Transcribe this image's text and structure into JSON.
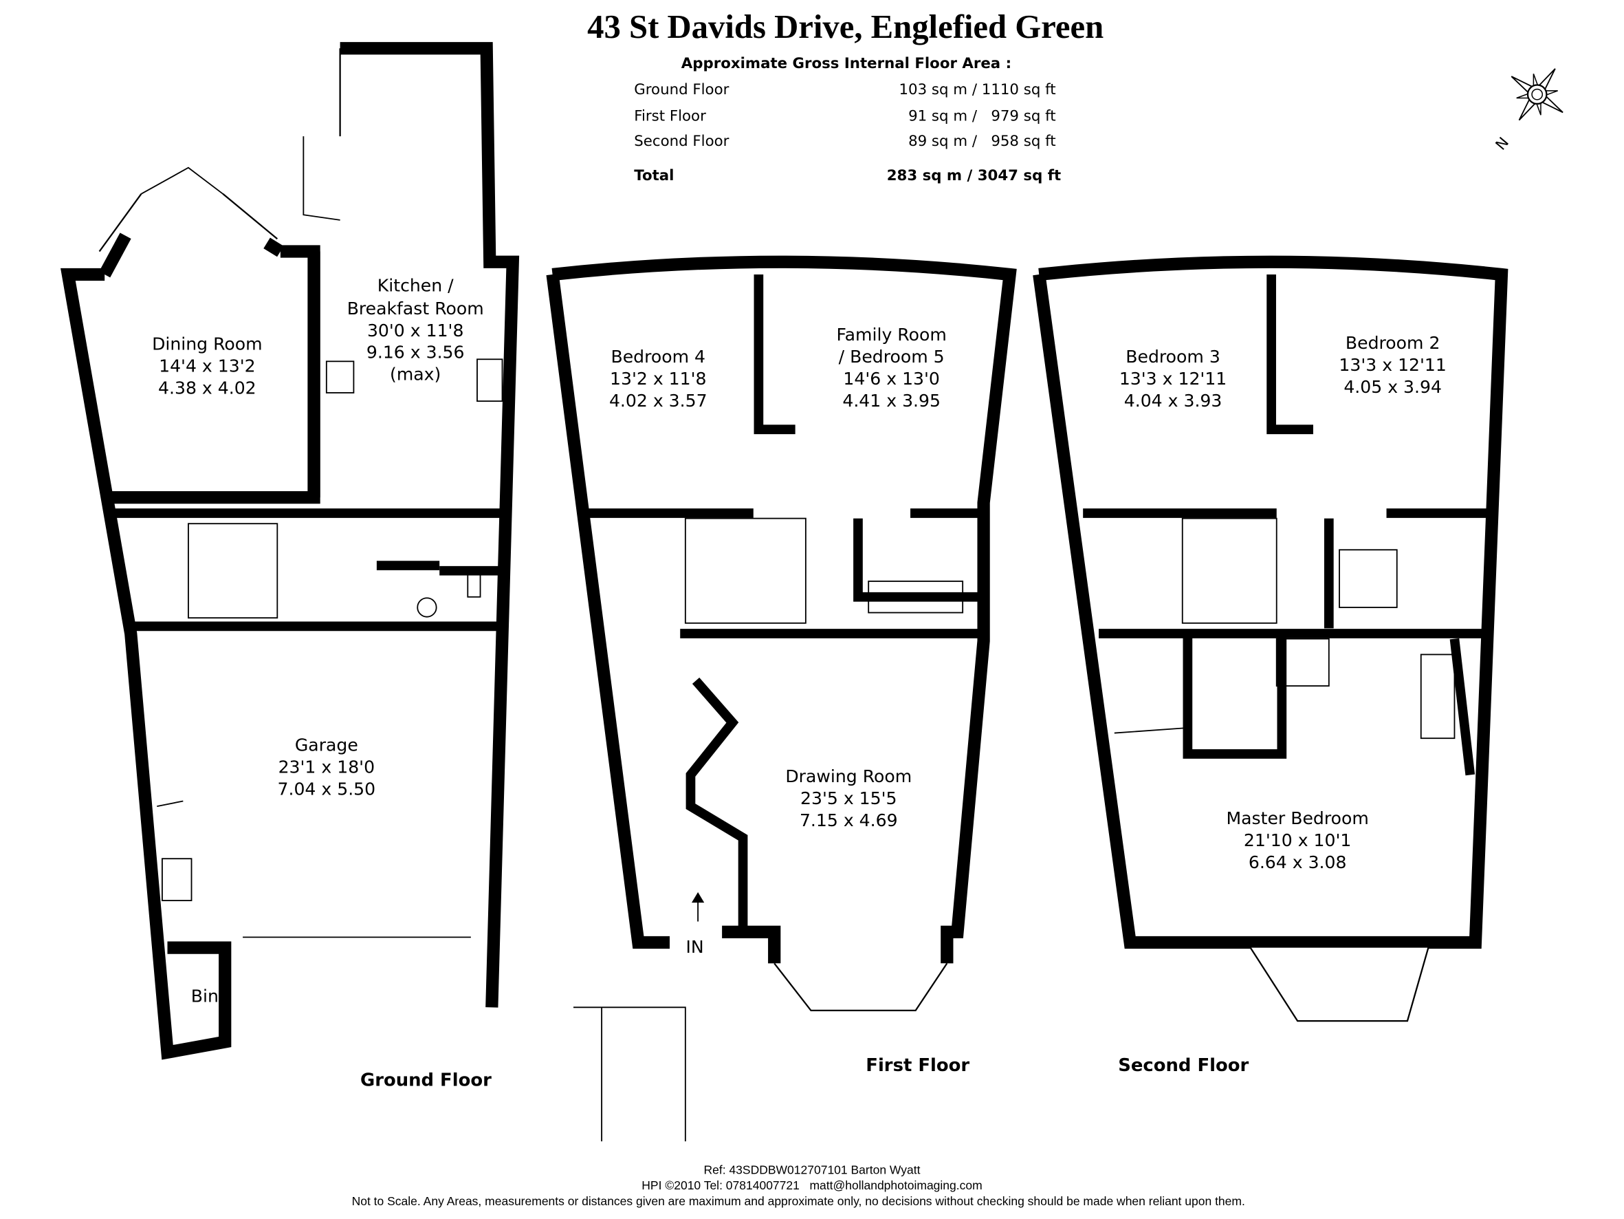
{
  "title": "43 St Davids Drive, Englefied Green",
  "area_table": {
    "heading": "Approximate Gross Internal Floor Area :",
    "rows": [
      {
        "label": "Ground Floor",
        "value": "103 sq m / 1110 sq ft"
      },
      {
        "label": "First Floor",
        "value": "91 sq m /   979 sq ft"
      },
      {
        "label": "Second Floor",
        "value": "89 sq m /   958 sq ft"
      }
    ],
    "total": {
      "label": "Total",
      "value": "283 sq m / 3047 sq ft"
    }
  },
  "compass": {
    "label": "N"
  },
  "floors": {
    "ground": {
      "label": "Ground Floor"
    },
    "first": {
      "label": "First Floor"
    },
    "second": {
      "label": "Second Floor"
    }
  },
  "rooms": {
    "dining": [
      "Dining Room",
      "14'4 x 13'2",
      "4.38 x 4.02"
    ],
    "kitchen": [
      "Kitchen /",
      "Breakfast Room",
      "30'0 x 11'8",
      "9.16 x 3.56",
      "(max)"
    ],
    "garage": [
      "Garage",
      "23'1 x 18'0",
      "7.04 x 5.50"
    ],
    "bins": [
      "Bins"
    ],
    "bedroom4": [
      "Bedroom 4",
      "13'2 x 11'8",
      "4.02 x 3.57"
    ],
    "family": [
      "Family Room",
      "/ Bedroom 5",
      "14'6 x 13'0",
      "4.41 x 3.95"
    ],
    "drawing": [
      "Drawing Room",
      "23'5 x 15'5",
      "7.15 x 4.69"
    ],
    "entrance": [
      "IN"
    ],
    "bedroom3": [
      "Bedroom 3",
      "13'3 x 12'11",
      "4.04 x 3.93"
    ],
    "bedroom2": [
      "Bedroom 2",
      "13'3 x 12'11",
      "4.05 x 3.94"
    ],
    "master": [
      "Master Bedroom",
      "21'10 x 10'1",
      "6.64 x 3.08"
    ]
  },
  "footer": {
    "ref": "Ref: 43SDDBW012707101 Barton Wyatt",
    "contact": "HPI ©2010 Tel: 07814007721   matt@hollandphotoimaging.com",
    "disclaimer": "Not to Scale. Any Areas, measurements or distances given are maximum and approximate only, no decisions without checking should be made when reliant upon them."
  }
}
